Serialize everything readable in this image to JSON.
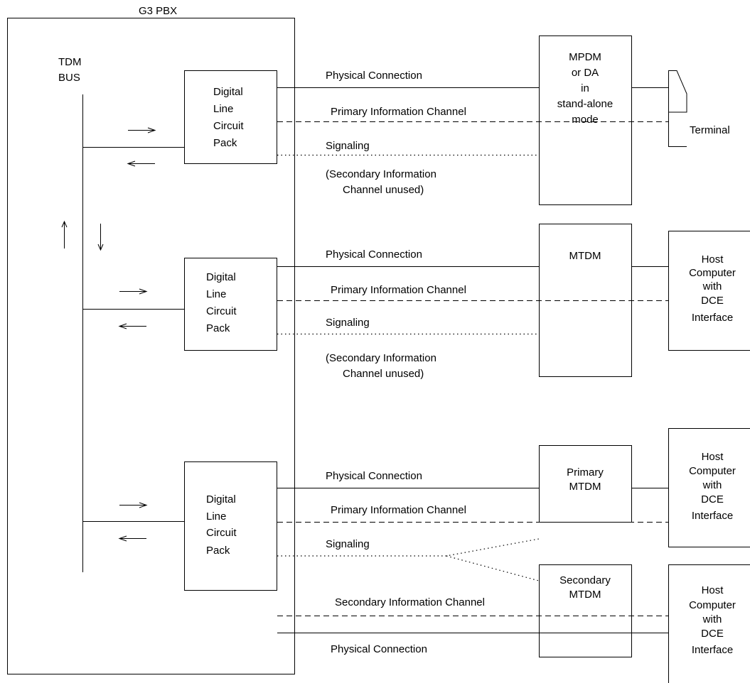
{
  "pbx": {
    "title": "G3 PBX",
    "bus_line1": "TDM",
    "bus_line2": "BUS"
  },
  "packs": [
    {
      "lines": [
        "Digital",
        "Line",
        "Circuit",
        "Pack"
      ]
    },
    {
      "lines": [
        "Digital",
        "Line",
        "Circuit",
        "Pack"
      ]
    },
    {
      "lines": [
        "Digital",
        "Line",
        "Circuit",
        "Pack"
      ]
    }
  ],
  "links": {
    "physical": "Physical Connection",
    "primary": "Primary Information Channel",
    "signaling": "Signaling",
    "secondary_unused_1": "(Secondary Information",
    "secondary_unused_2": "Channel unused)",
    "secondary": "Secondary Information Channel"
  },
  "devices": {
    "mpdm": [
      "MPDM",
      "or DA",
      "in",
      "stand-alone",
      "mode"
    ],
    "mtdm": [
      "MTDM"
    ],
    "primary_mtdm": [
      "Primary",
      "MTDM"
    ],
    "secondary_mtdm": [
      "Secondary",
      "MTDM"
    ]
  },
  "endpoints": {
    "terminal": "Terminal",
    "host": [
      "Host",
      "Computer",
      "with",
      "DCE",
      "Interface"
    ]
  }
}
